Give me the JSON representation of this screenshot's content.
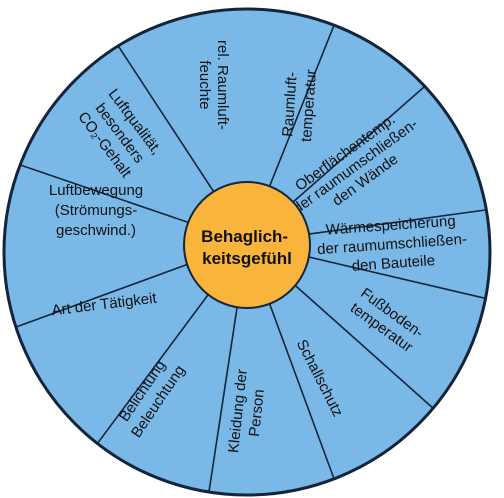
{
  "colors": {
    "background": "#ffffff",
    "wheel_fill": "#7ab8e8",
    "wheel_stroke": "#13253a",
    "center_fill": "#f9b43c",
    "text": "#111111"
  },
  "center": {
    "lines": [
      "Behaglich-",
      "keitsgefühl"
    ]
  },
  "segments": [
    {
      "id": "rel-raumluftfeuchte",
      "lines": [
        "rel. Raumluft-",
        "feuchte"
      ]
    },
    {
      "id": "raumlufttemperatur",
      "lines": [
        "Raumluft-",
        "temperatur"
      ]
    },
    {
      "id": "oberflaechentemperatur",
      "lines": [
        "Oberflächentemp.",
        "der raumumschließen-",
        "den Wände"
      ]
    },
    {
      "id": "waermespeicherung",
      "lines": [
        "Wärmespeicherung",
        "der raumumschließen-",
        "den Bauteile"
      ]
    },
    {
      "id": "fussbodentemperatur",
      "lines": [
        "Fußboden-",
        "temperatur"
      ]
    },
    {
      "id": "schallschutz",
      "lines": [
        "Schallschutz"
      ]
    },
    {
      "id": "kleidung",
      "lines": [
        "Kleidung der",
        "Person"
      ]
    },
    {
      "id": "belichtung",
      "lines": [
        "Belichtung",
        "Beleuchtung"
      ]
    },
    {
      "id": "art-der-taetigkeit",
      "lines": [
        "Art der Tätigkeit"
      ]
    },
    {
      "id": "luftbewegung",
      "lines": [
        "Luftbewegung",
        "(Strömungs-",
        "geschwind.)"
      ]
    },
    {
      "id": "luftqualitaet",
      "lines": [
        "Luftqualität,",
        "besonders",
        "CO₂-Gehalt"
      ]
    }
  ]
}
